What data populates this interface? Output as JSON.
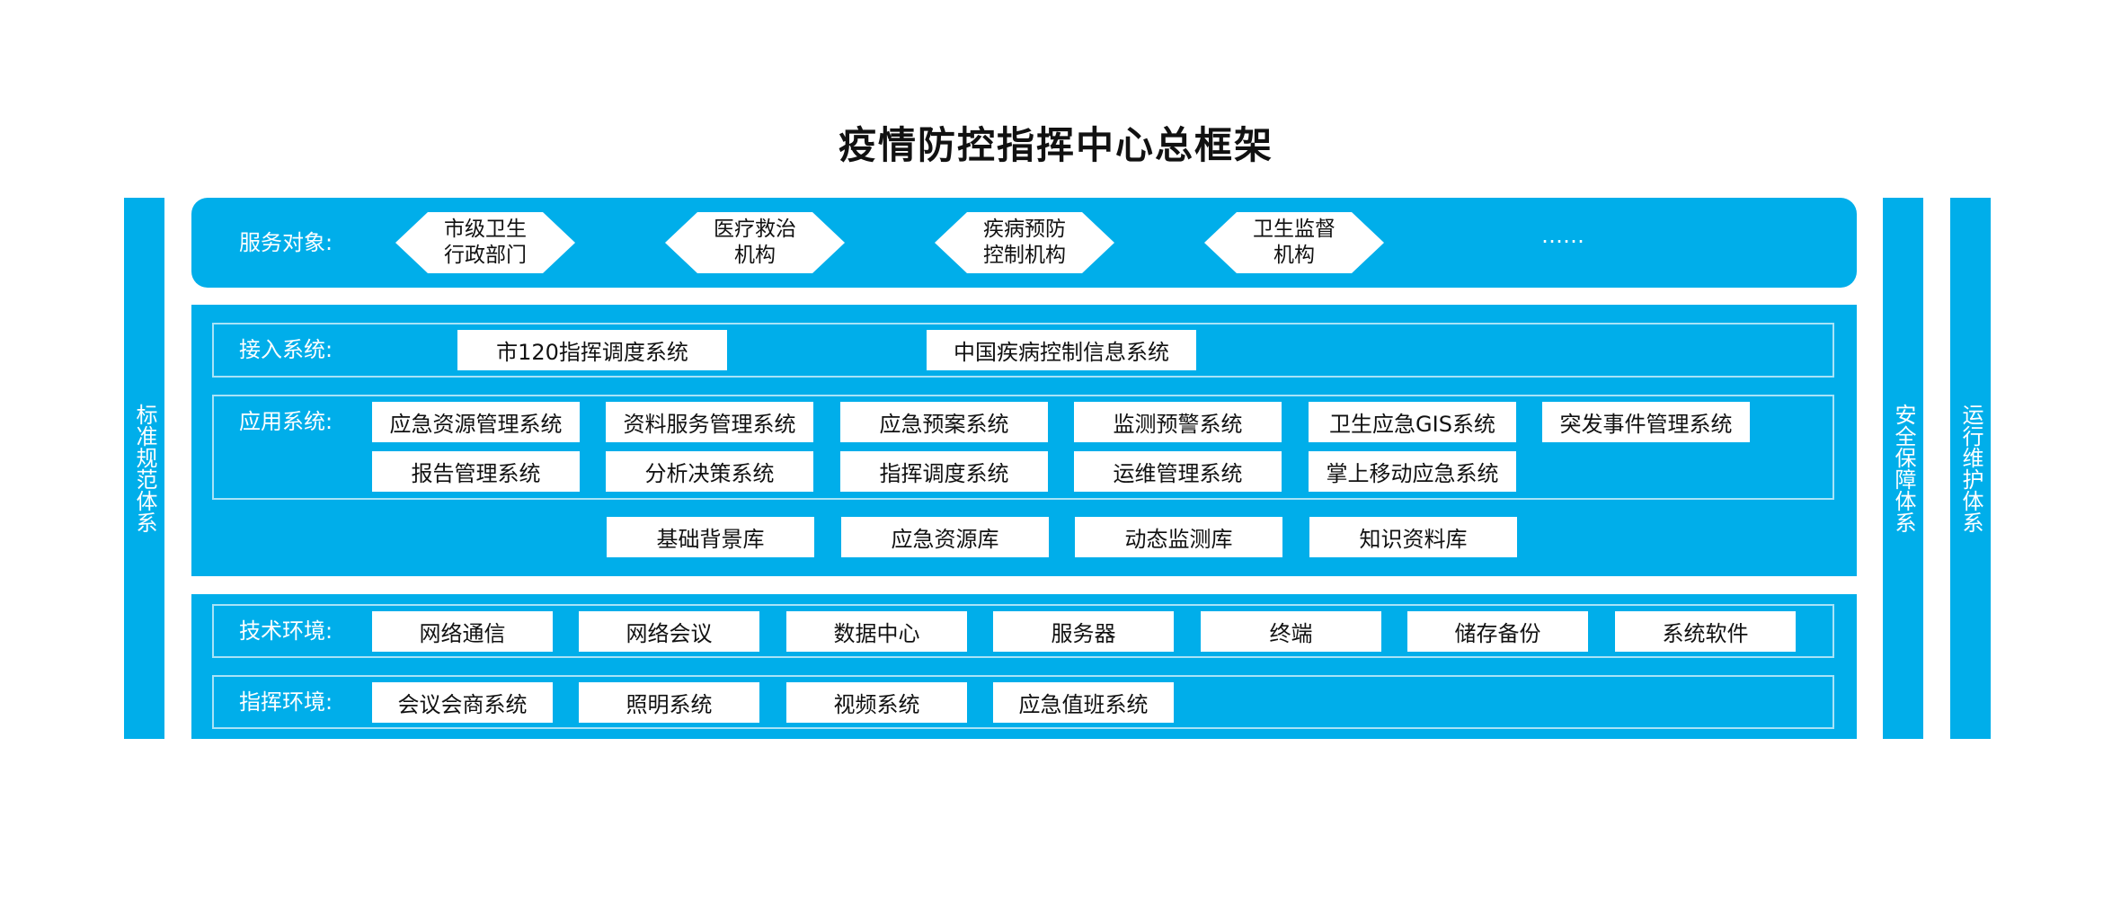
{
  "title": "疫情防控指挥中心总框架",
  "side": {
    "left": "标准规范体系",
    "right1": "安全保障体系",
    "right2": "运行维护体系"
  },
  "service": {
    "label": "服务对象:",
    "items": [
      {
        "line1": "市级卫生",
        "line2": "行政部门"
      },
      {
        "line1": "医疗救治",
        "line2": "机构"
      },
      {
        "line1": "疾病预防",
        "line2": "控制机构"
      },
      {
        "line1": "卫生监督",
        "line2": "机构"
      }
    ],
    "ellipsis": "……"
  },
  "access": {
    "label": "接入系统:",
    "items": [
      "市120指挥调度系统",
      "中国疾病控制信息系统"
    ]
  },
  "application": {
    "label": "应用系统:",
    "row1": [
      "应急资源管理系统",
      "资料服务管理系统",
      "应急预案系统",
      "监测预警系统",
      "卫生应急GIS系统",
      "突发事件管理系统"
    ],
    "row2": [
      "报告管理系统",
      "分析决策系统",
      "指挥调度系统",
      "运维管理系统",
      "掌上移动应急系统"
    ]
  },
  "databases": [
    "基础背景库",
    "应急资源库",
    "动态监测库",
    "知识资料库"
  ],
  "tech": {
    "label": "技术环境:",
    "items": [
      "网络通信",
      "网络会议",
      "数据中心",
      "服务器",
      "终端",
      "储存备份",
      "系统软件"
    ]
  },
  "command": {
    "label": "指挥环境:",
    "items": [
      "会议会商系统",
      "照明系统",
      "视频系统",
      "应急值班系统"
    ]
  },
  "colors": {
    "accent": "#00aeea",
    "frame": "#a8e3f7",
    "box": "#ffffff"
  }
}
